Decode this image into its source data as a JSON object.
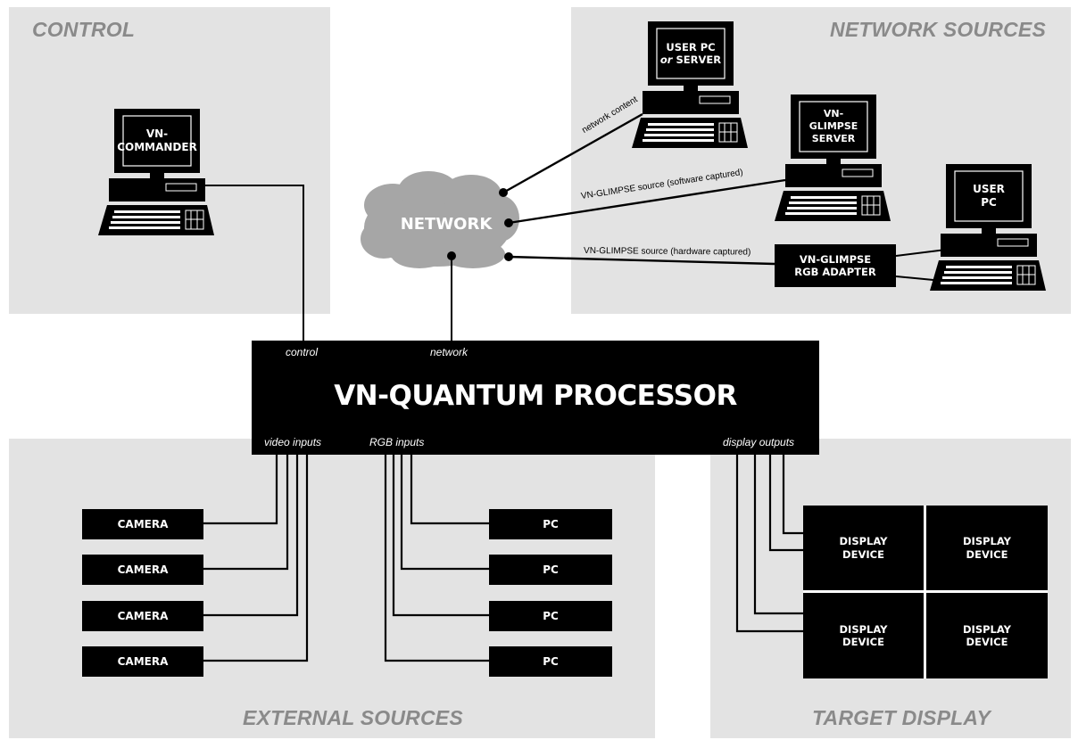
{
  "sections": {
    "control": "CONTROL",
    "network_sources": "NETWORK SOURCES",
    "external_sources": "EXTERNAL SOURCES",
    "target_display": "TARGET DISPLAY"
  },
  "processor": {
    "title": "VN-QUANTUM PROCESSOR",
    "port_control": "control",
    "port_network": "network",
    "port_video_inputs": "video inputs",
    "port_rgb_inputs": "RGB inputs",
    "port_display_outputs": "display outputs"
  },
  "network": {
    "label": "NETWORK"
  },
  "computers": {
    "commander": "VN-\nCOMMANDER",
    "user_pc_server": "USER PC\nor SERVER",
    "glimpse_server": "VN-GLIMPSE\nSERVER",
    "user_pc": "USER\nPC"
  },
  "rgb_adapter": "VN-GLIMPSE\nRGB ADAPTER",
  "links": {
    "network_content": "network content",
    "glimpse_software": "VN-GLIMPSE source (software captured)",
    "glimpse_hardware": "VN-GLIMPSE source (hardware captured)"
  },
  "cameras": [
    "CAMERA",
    "CAMERA",
    "CAMERA",
    "CAMERA"
  ],
  "pcs": [
    "PC",
    "PC",
    "PC",
    "PC"
  ],
  "displays": [
    "DISPLAY\nDEVICE",
    "DISPLAY\nDEVICE",
    "DISPLAY\nDEVICE",
    "DISPLAY\nDEVICE"
  ],
  "colors": {
    "panel": "#e3e3e3",
    "title": "#8a8a8a",
    "block": "#000000",
    "cloud": "#a6a6a6"
  }
}
